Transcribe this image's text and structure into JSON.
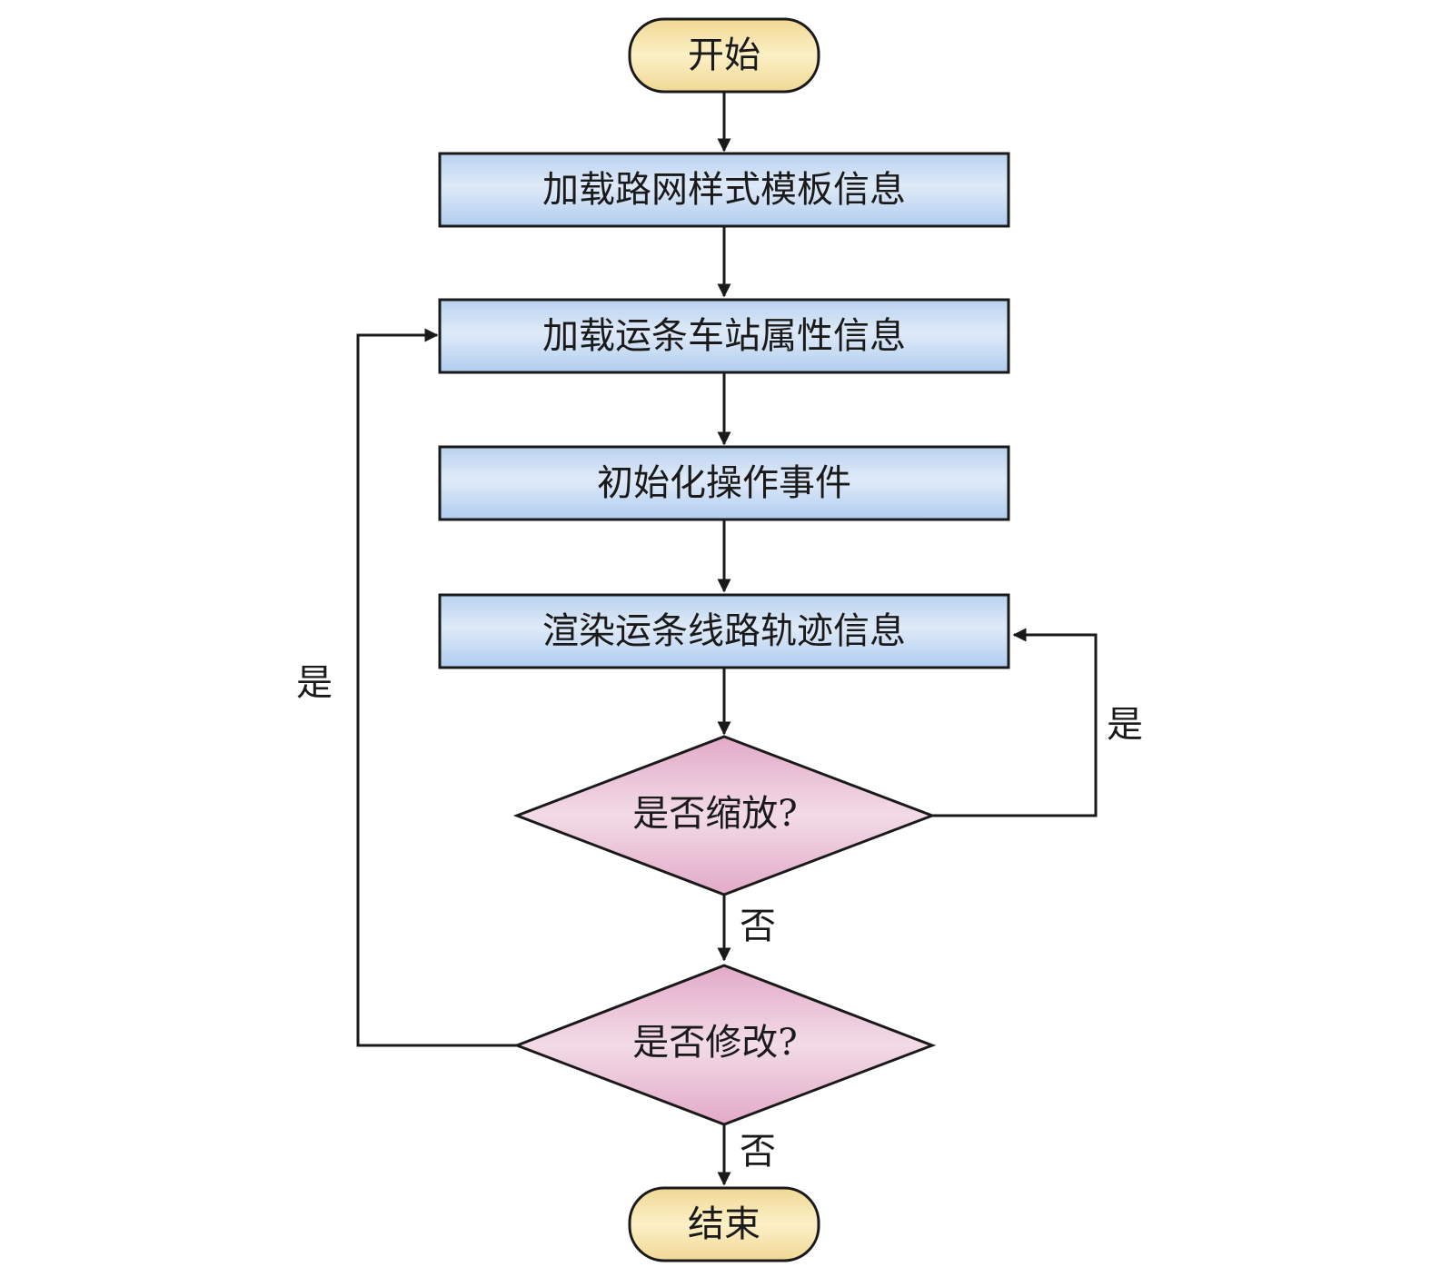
{
  "diagram": {
    "type": "flowchart",
    "colors": {
      "terminal_fill_top": "#f3dc9a",
      "terminal_fill_mid": "#fbefc4",
      "process_fill_top": "#b6d0ee",
      "process_fill_mid": "#dde9f7",
      "decision_fill_edge": "#e0aec8",
      "decision_fill_mid": "#f1d8e4",
      "stroke": "#1a1a1a"
    },
    "nodes": {
      "start": {
        "label": "开始",
        "shape": "terminal"
      },
      "load_template": {
        "label": "加载路网样式模板信息",
        "shape": "process"
      },
      "load_station": {
        "label": "加载运条车站属性信息",
        "shape": "process"
      },
      "init_events": {
        "label": "初始化操作事件",
        "shape": "process"
      },
      "render_track": {
        "label": "渲染运条线路轨迹信息",
        "shape": "process"
      },
      "is_zoom": {
        "label": "是否缩放?",
        "shape": "decision"
      },
      "is_modify": {
        "label": "是否修改?",
        "shape": "decision"
      },
      "end": {
        "label": "结束",
        "shape": "terminal"
      }
    },
    "edges": [
      {
        "from": "start",
        "to": "load_template",
        "label": ""
      },
      {
        "from": "load_template",
        "to": "load_station",
        "label": ""
      },
      {
        "from": "load_station",
        "to": "init_events",
        "label": ""
      },
      {
        "from": "init_events",
        "to": "render_track",
        "label": ""
      },
      {
        "from": "render_track",
        "to": "is_zoom",
        "label": ""
      },
      {
        "from": "is_zoom",
        "to": "render_track",
        "label": "是"
      },
      {
        "from": "is_zoom",
        "to": "is_modify",
        "label": "否"
      },
      {
        "from": "is_modify",
        "to": "load_station",
        "label": "是"
      },
      {
        "from": "is_modify",
        "to": "end",
        "label": "否"
      }
    ],
    "edge_labels": {
      "zoom_yes": "是",
      "zoom_no": "否",
      "modify_yes": "是",
      "modify_no": "否"
    }
  }
}
